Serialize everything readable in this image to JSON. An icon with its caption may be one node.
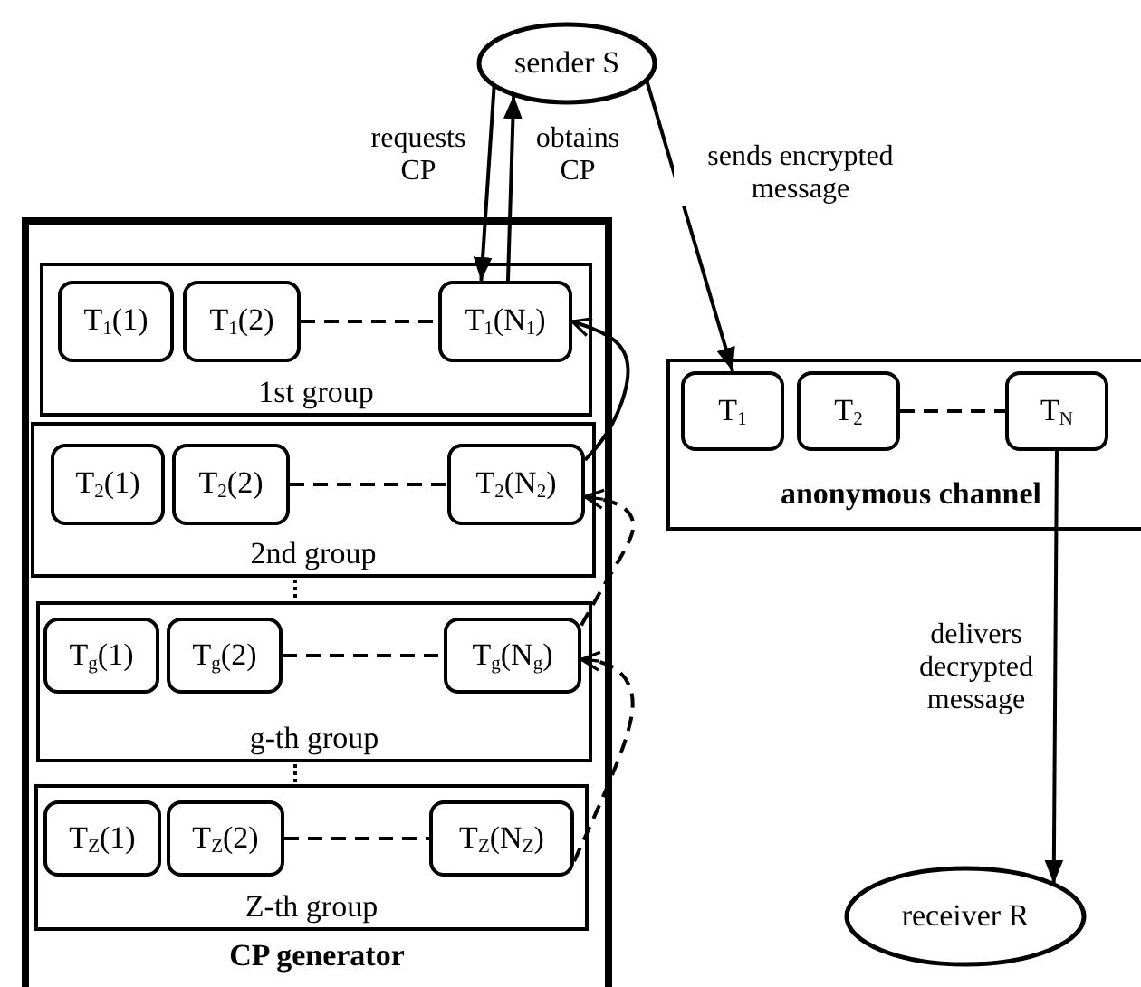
{
  "diagram": {
    "nodes": [
      {
        "text": [
          "sender S"
        ]
      },
      {
        "text": [
          "CP generator"
        ]
      },
      {
        "text": [
          "1st group"
        ],
        "in": 1
      },
      {
        "text": [
          "T$_{1}$(1)"
        ],
        "in": 2
      },
      {
        "text": [
          "T$_{1}$(2)"
        ],
        "in": 2
      },
      {
        "text": [
          "T$_{1}$(N$_{1}$)"
        ],
        "in": 2
      },
      {
        "text": [
          "2nd group"
        ],
        "in": 1
      },
      {
        "text": [
          "T$_{2}$(1)"
        ],
        "in": 6
      },
      {
        "text": [
          "T$_{2}$(2)"
        ],
        "in": 6
      },
      {
        "text": [
          "T$_{2}$(N$_{2}$)"
        ],
        "in": 6
      },
      {
        "text": [
          "g-th group"
        ],
        "in": 1
      },
      {
        "text": [
          "T$_{g}$(1)"
        ],
        "in": 10
      },
      {
        "text": [
          "T$_{g}$(2)"
        ],
        "in": 10
      },
      {
        "text": [
          "T$_{g}$(N$_{g}$)"
        ],
        "in": 10
      },
      {
        "text": [
          "Z-th group"
        ],
        "in": 1
      },
      {
        "text": [
          "T$_{Z}$(1)"
        ],
        "in": 14
      },
      {
        "text": [
          "T$_{Z}$(2)"
        ],
        "in": 14
      },
      {
        "text": [
          "T$_{Z}$(N$_{Z}$)"
        ],
        "in": 14
      },
      {
        "text": [
          "anonymous channel"
        ]
      },
      {
        "text": [
          "T$_{1}$"
        ],
        "in": 18
      },
      {
        "text": [
          "T$_{2}$"
        ],
        "in": 18
      },
      {
        "text": [
          "T$_{N}$"
        ],
        "in": 18
      },
      {
        "text": [
          "receiver R"
        ]
      }
    ],
    "edges": [
      {
        "from": 0,
        "to": 5,
        "arrow": "to",
        "label": "requests CP"
      },
      {
        "from": 5,
        "to": 0,
        "arrow": "to",
        "label": "obtains CP"
      },
      {
        "from": 0,
        "to": 19,
        "arrow": "to",
        "label": "sends encrypted message"
      },
      {
        "from": 21,
        "to": 22,
        "arrow": "to",
        "label": "delivers decrypted message"
      },
      {
        "from": 4,
        "to": 5,
        "arrow": "none",
        "style": "dashed"
      },
      {
        "from": 8,
        "to": 9,
        "arrow": "none",
        "style": "dashed"
      },
      {
        "from": 12,
        "to": 13,
        "arrow": "none",
        "style": "dashed"
      },
      {
        "from": 16,
        "to": 17,
        "arrow": "none",
        "style": "dashed"
      },
      {
        "from": 20,
        "to": 21,
        "arrow": "none",
        "style": "dashed"
      },
      {
        "from": 9,
        "to": 5,
        "arrow": "to"
      },
      {
        "from": 13,
        "to": 9,
        "arrow": "to",
        "style": "dashed"
      },
      {
        "from": 17,
        "to": 13,
        "arrow": "to",
        "style": "dashed"
      }
    ]
  }
}
